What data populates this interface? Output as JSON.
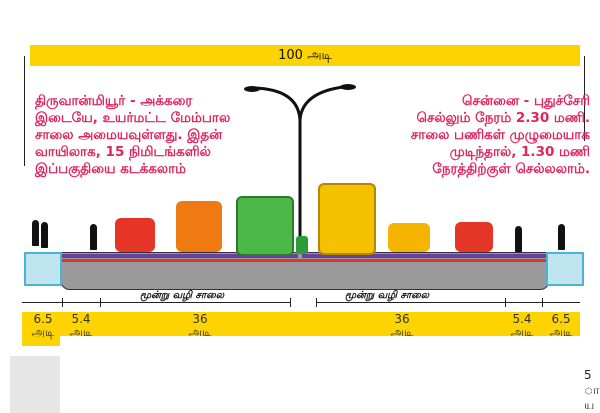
{
  "total_width": "100 அடி",
  "left_note": [
    "திருவான்மியூர் - அக்கரை",
    "இடையே, உயர்மட்ட மேம்பால",
    "சாலை அமையவுள்ளது. இதன்",
    "வாயிலாக, 15 நிமிடங்களில்",
    "இப்பகுதியை கடக்கலாம்"
  ],
  "right_note": [
    "சென்னை - புதுச்சேரி",
    "செல்லும் நேரம் 2.30 மணி.",
    "சாலை பணிகள் முழுமையாக",
    "முடிந்தால், 1.30 மணி",
    "நேரத்திற்குள் செல்லலாம்."
  ],
  "lane_labels": [
    "மூன்று வழி சாலை",
    "மூன்று வழி சாலை"
  ],
  "widths": [
    {
      "v": "6.5",
      "u": "அடி"
    },
    {
      "v": "5.4",
      "u": "அடி"
    },
    {
      "v": "36",
      "u": "அடி"
    },
    {
      "v": "36",
      "u": "அடி"
    },
    {
      "v": "5.4",
      "u": "அடி"
    },
    {
      "v": "6.5",
      "u": "அடி"
    }
  ],
  "edge_chars": [
    "5",
    "ா",
    "ய"
  ],
  "colors": {
    "accent": "#fdd300",
    "text": "#e0245e"
  }
}
